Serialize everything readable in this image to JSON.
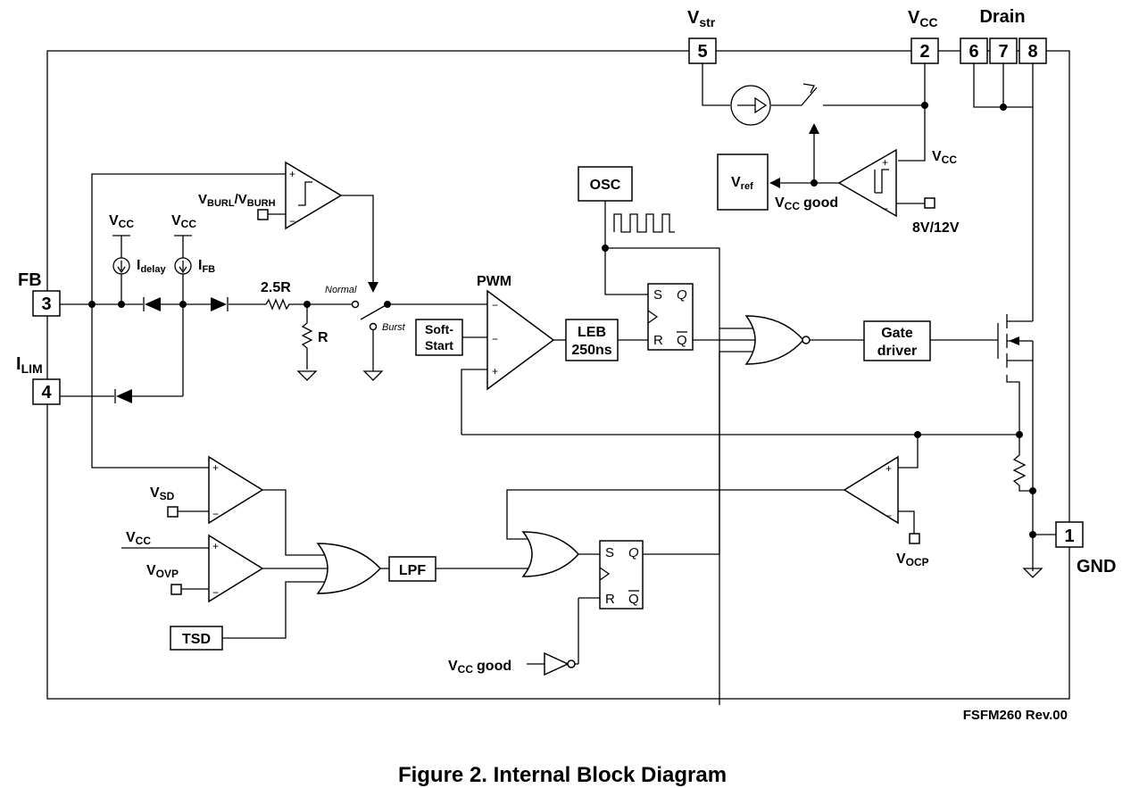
{
  "pins": {
    "vstr": {
      "num": "5",
      "main": "V",
      "sub": "str"
    },
    "vcc": {
      "num": "2",
      "main": "V",
      "sub": "CC"
    },
    "drain": {
      "label": "Drain",
      "n6": "6",
      "n7": "7",
      "n8": "8"
    },
    "fb": {
      "num": "3",
      "label": "FB"
    },
    "ilim": {
      "num": "4",
      "main": "I",
      "sub": "LIM"
    },
    "gnd": {
      "num": "1",
      "label": "GND"
    }
  },
  "labels": {
    "v": "V",
    "i": "I",
    "cc": "CC",
    "ref": "ref",
    "good": "good",
    "vcc_right": "CC",
    "v8_12": "8V/12V",
    "osc": "OSC",
    "pwm": "PWM",
    "soft_start_1": "Soft-",
    "soft_start_2": "Start",
    "leb_1": "LEB",
    "leb_2": "250ns",
    "gate_1": "Gate",
    "gate_2": "driver",
    "burl": "BURL",
    "slash": "/",
    "burh": "BURH",
    "delay": "delay",
    "fbs": "FB",
    "r25": "2.5R",
    "r": "R",
    "normal": "Normal",
    "burst": "Burst",
    "sd": "SD",
    "ovp": "OVP",
    "ocp": "OCP",
    "lpf": "LPF",
    "tsd": "TSD",
    "s": "S",
    "q": "Q",
    "rr": "R",
    "qbar": "Q",
    "plus": "+",
    "minus": "−",
    "rev": "FSFM260 Rev.00"
  },
  "caption": "Figure 2. Internal Block Diagram"
}
